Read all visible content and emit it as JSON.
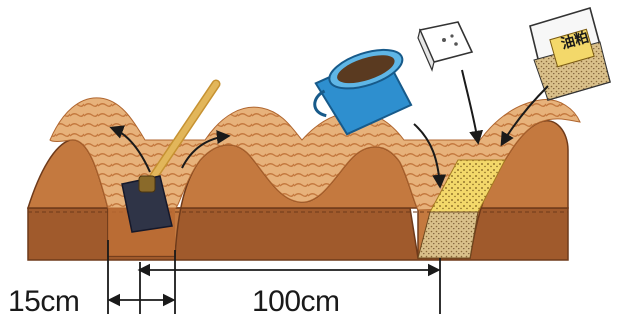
{
  "measurements": {
    "narrow_width": "15cm",
    "wide_width": "100cm"
  },
  "packages": {
    "oil_cake_bag": "油粕"
  },
  "colors": {
    "soil_dark": "#a05a2c",
    "soil_mid": "#c4793f",
    "soil_light": "#e7b27b",
    "soil_top": "#f1c89a",
    "bucket_blue": "#2e8fcf",
    "bucket_light": "#5fb6e6",
    "hoe_handle": "#e2b65a",
    "hoe_blade": "#2f3447",
    "fertilizer_yellow": "#f3d86a",
    "arrow": "#1a1a1a"
  },
  "icons": [
    "hoe-icon",
    "bucket-icon",
    "scoop-icon",
    "oil-cake-bag-icon"
  ]
}
